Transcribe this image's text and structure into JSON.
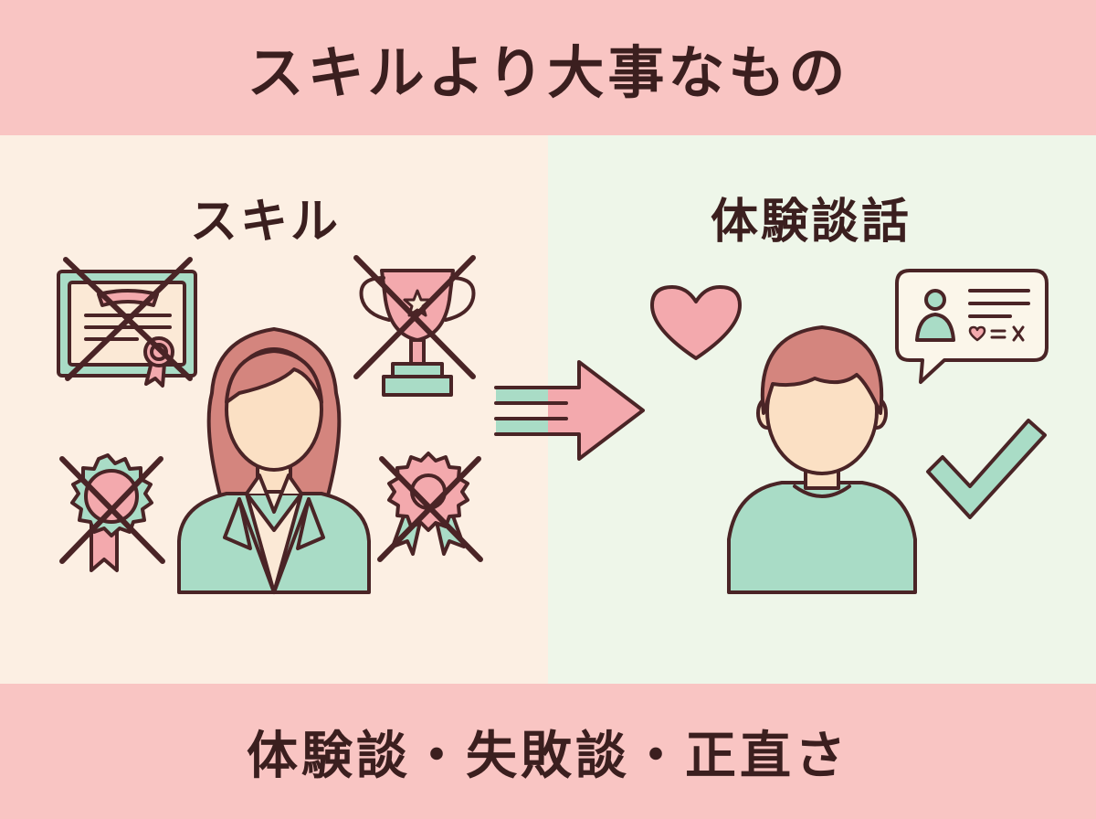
{
  "header": {
    "title": "スキルより大事なもの"
  },
  "left_panel": {
    "title": "スキル",
    "icons": [
      "certificate-icon",
      "trophy-icon",
      "medal-icon",
      "rosette-icon",
      "person-in-suit-icon"
    ]
  },
  "right_panel": {
    "title": "体験談話",
    "icons": [
      "heart-icon",
      "profile-speech-bubble-icon",
      "person-casual-icon",
      "checkmark-icon"
    ]
  },
  "connector": {
    "icon": "arrow-right-icon"
  },
  "footer": {
    "text": "体験談・失敗談・正直さ"
  },
  "colors": {
    "band": "#f9c5c3",
    "left_bg": "#fcefe3",
    "right_bg": "#eef6e9",
    "outline": "#4a2426",
    "mint": "#a9dcc6",
    "pink": "#f3a9ad",
    "hair": "#d4857e",
    "skin": "#fbe0c4",
    "text": "#3b1f1f"
  }
}
